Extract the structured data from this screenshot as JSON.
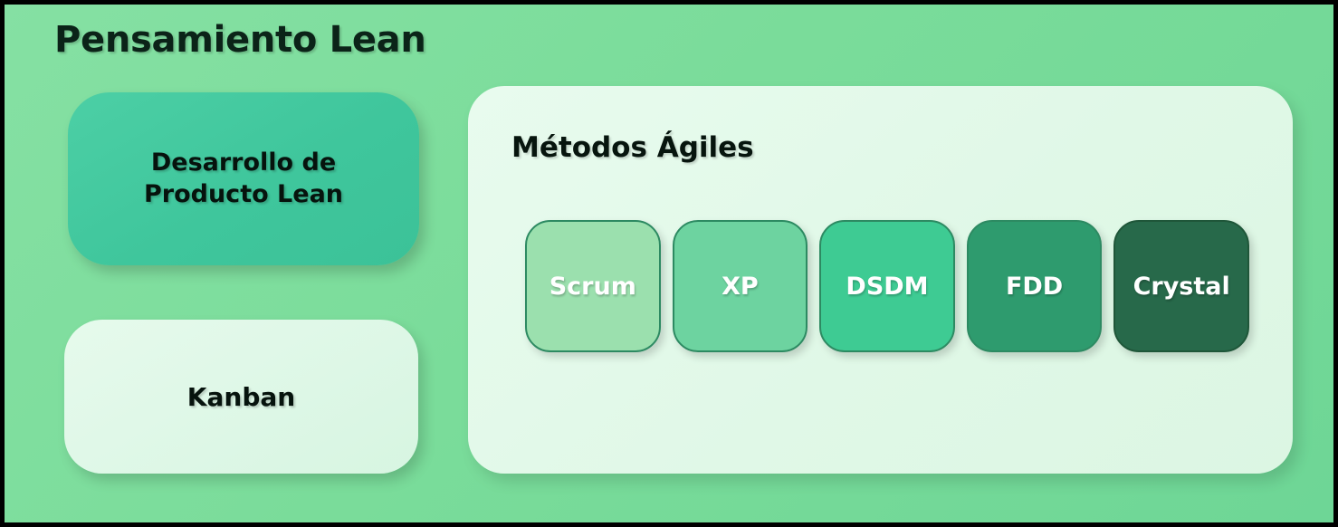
{
  "diagram": {
    "title": "Pensamiento Lean",
    "background_color": "#7adc9a",
    "border_color": "#000000"
  },
  "left_column": {
    "cards": [
      {
        "label": "Desarrollo de\nProducto Lean",
        "fill": "#42c89e",
        "text_color": "#06130d"
      },
      {
        "label": "Kanban",
        "fill": "#ddf7e6",
        "text_color": "#06130d"
      }
    ]
  },
  "agile_panel": {
    "title": "Métodos Ágiles",
    "fill": "#dff7e5",
    "methods": [
      {
        "label": "Scrum",
        "fill": "#9be0ae",
        "border": "#2d8a62",
        "text_color": "#ffffff"
      },
      {
        "label": "XP",
        "fill": "#6dd3a0",
        "border": "#2d8a62",
        "text_color": "#ffffff"
      },
      {
        "label": "DSDM",
        "fill": "#3ecb93",
        "border": "#2d8a62",
        "text_color": "#ffffff"
      },
      {
        "label": "FDD",
        "fill": "#2e9b6e",
        "border": "#2d8a62",
        "text_color": "#ffffff"
      },
      {
        "label": "Crystal",
        "fill": "#27694a",
        "border": "#1f5639",
        "text_color": "#ffffff"
      }
    ]
  }
}
